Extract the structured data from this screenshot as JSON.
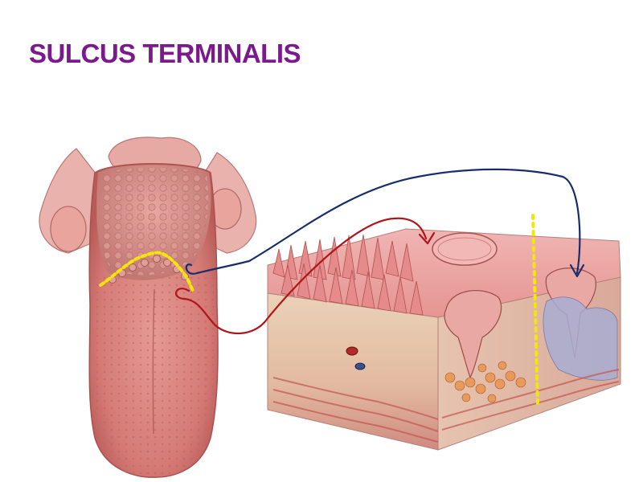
{
  "slide": {
    "title": "SULCUS TERMINALIS"
  },
  "colors": {
    "title": "#7b1a8c",
    "sulcus_marker": "#f5e60a",
    "arrow_blue": "#1a2d6b",
    "arrow_red": "#b0161c",
    "tongue_flesh": "#d97f7c",
    "tissue_pink": "#e8a3a3"
  },
  "figure": {
    "left_panel": "tongue dorsal surface",
    "right_panel": "tongue mucosa block section"
  }
}
